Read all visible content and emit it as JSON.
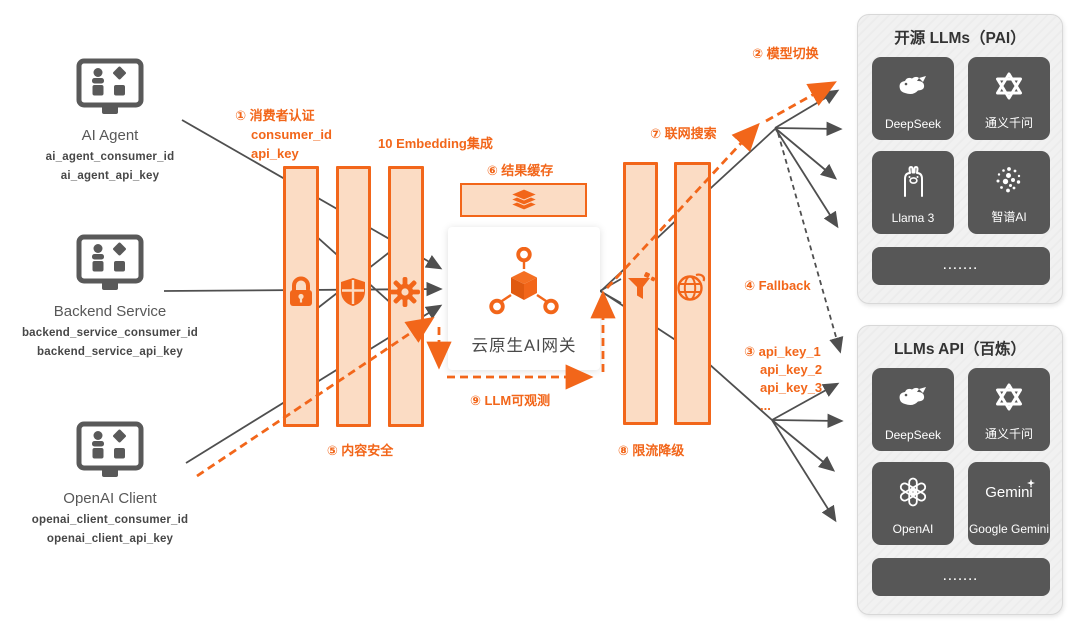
{
  "colors": {
    "accent_orange": "#F2661A",
    "bar_fill": "#FBDCC4",
    "line_dark": "#4F4F4F",
    "card_bg": "#575757",
    "panel_bg": "#F1F1F1",
    "panel_border": "#D8D8D8"
  },
  "clients": [
    {
      "name": "AI Agent",
      "consumer_id": "ai_agent_consumer_id",
      "api_key": "ai_agent_api_key",
      "icon": "monitor-apps-icon"
    },
    {
      "name": "Backend Service",
      "consumer_id": "backend_service_consumer_id",
      "api_key": "backend_service_api_key",
      "icon": "monitor-apps-icon"
    },
    {
      "name": "OpenAI Client",
      "consumer_id": "openai_client_consumer_id",
      "api_key": "openai_client_api_key",
      "icon": "monitor-apps-icon"
    }
  ],
  "gateway": {
    "title": "云原生AI网关",
    "icon": "gateway-hub-icon"
  },
  "pipeline": {
    "auth_line1": "① 消费者认证",
    "auth_line2": "consumer_id",
    "auth_line3": "api_key",
    "embedding_label": "10 Embedding集成",
    "cache_label": "⑥ 结果缓存",
    "content_safety_label": "⑤ 内容安全",
    "observability_label": "⑨ LLM可观测",
    "rate_limit_label": "⑧ 限流降级",
    "web_search_label": "⑦ 联网搜索",
    "model_switch_label": "② 模型切换",
    "fallback_label": "④ Fallback",
    "api_keys_line1": "③ api_key_1",
    "api_keys_line2": "api_key_2",
    "api_keys_line3": "api_key_3",
    "api_keys_line4": "...",
    "bar_icons": [
      "lock-icon",
      "shield-icon",
      "gear-icon",
      "funnel-icon",
      "globe-icon"
    ],
    "cache_icon": "cache-layers-icon"
  },
  "panels": [
    {
      "title": "开源 LLMs（PAI）",
      "cards": [
        {
          "label": "DeepSeek",
          "icon": "deepseek-whale-icon"
        },
        {
          "label": "通义千问",
          "icon": "tongyi-star-icon"
        },
        {
          "label": "Llama 3",
          "icon": "llama-icon"
        },
        {
          "label": "智谱AI",
          "icon": "zhipu-dots-icon"
        }
      ],
      "more_label": "......."
    },
    {
      "title": "LLMs API（百炼）",
      "cards": [
        {
          "label": "DeepSeek",
          "icon": "deepseek-whale-icon"
        },
        {
          "label": "通义千问",
          "icon": "tongyi-star-icon"
        },
        {
          "label": "OpenAI",
          "icon": "openai-flower-icon"
        },
        {
          "label": "Google Gemini",
          "icon": "gemini-wordmark",
          "logo_text": "Gemini"
        }
      ],
      "more_label": "......."
    }
  ]
}
